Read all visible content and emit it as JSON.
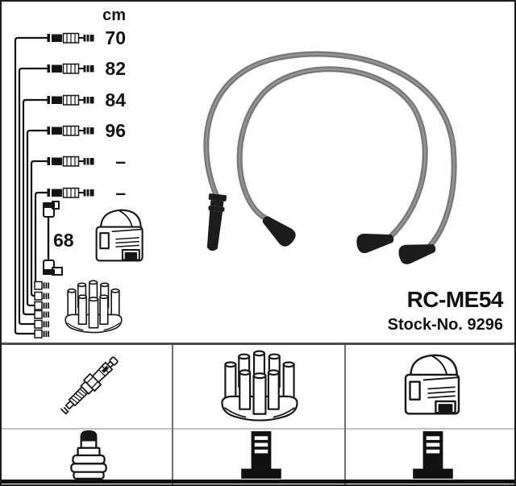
{
  "product": {
    "code": "RC-ME54",
    "stock_no": "Stock-No. 9296"
  },
  "measure": {
    "unit": "cm",
    "cable_lengths": [
      "70",
      "82",
      "84",
      "96",
      "–",
      "–"
    ],
    "coil_wire_length": "68"
  },
  "colors": {
    "ink": "#161616",
    "cable_gray": "#7c7c7c",
    "table_border": "#6f6f6f"
  },
  "legend_icons": [
    "spark-plug",
    "distributor-cap",
    "ignition-coil",
    "plug-terminal-nut",
    "distributor-terminal",
    "coil-terminal"
  ]
}
